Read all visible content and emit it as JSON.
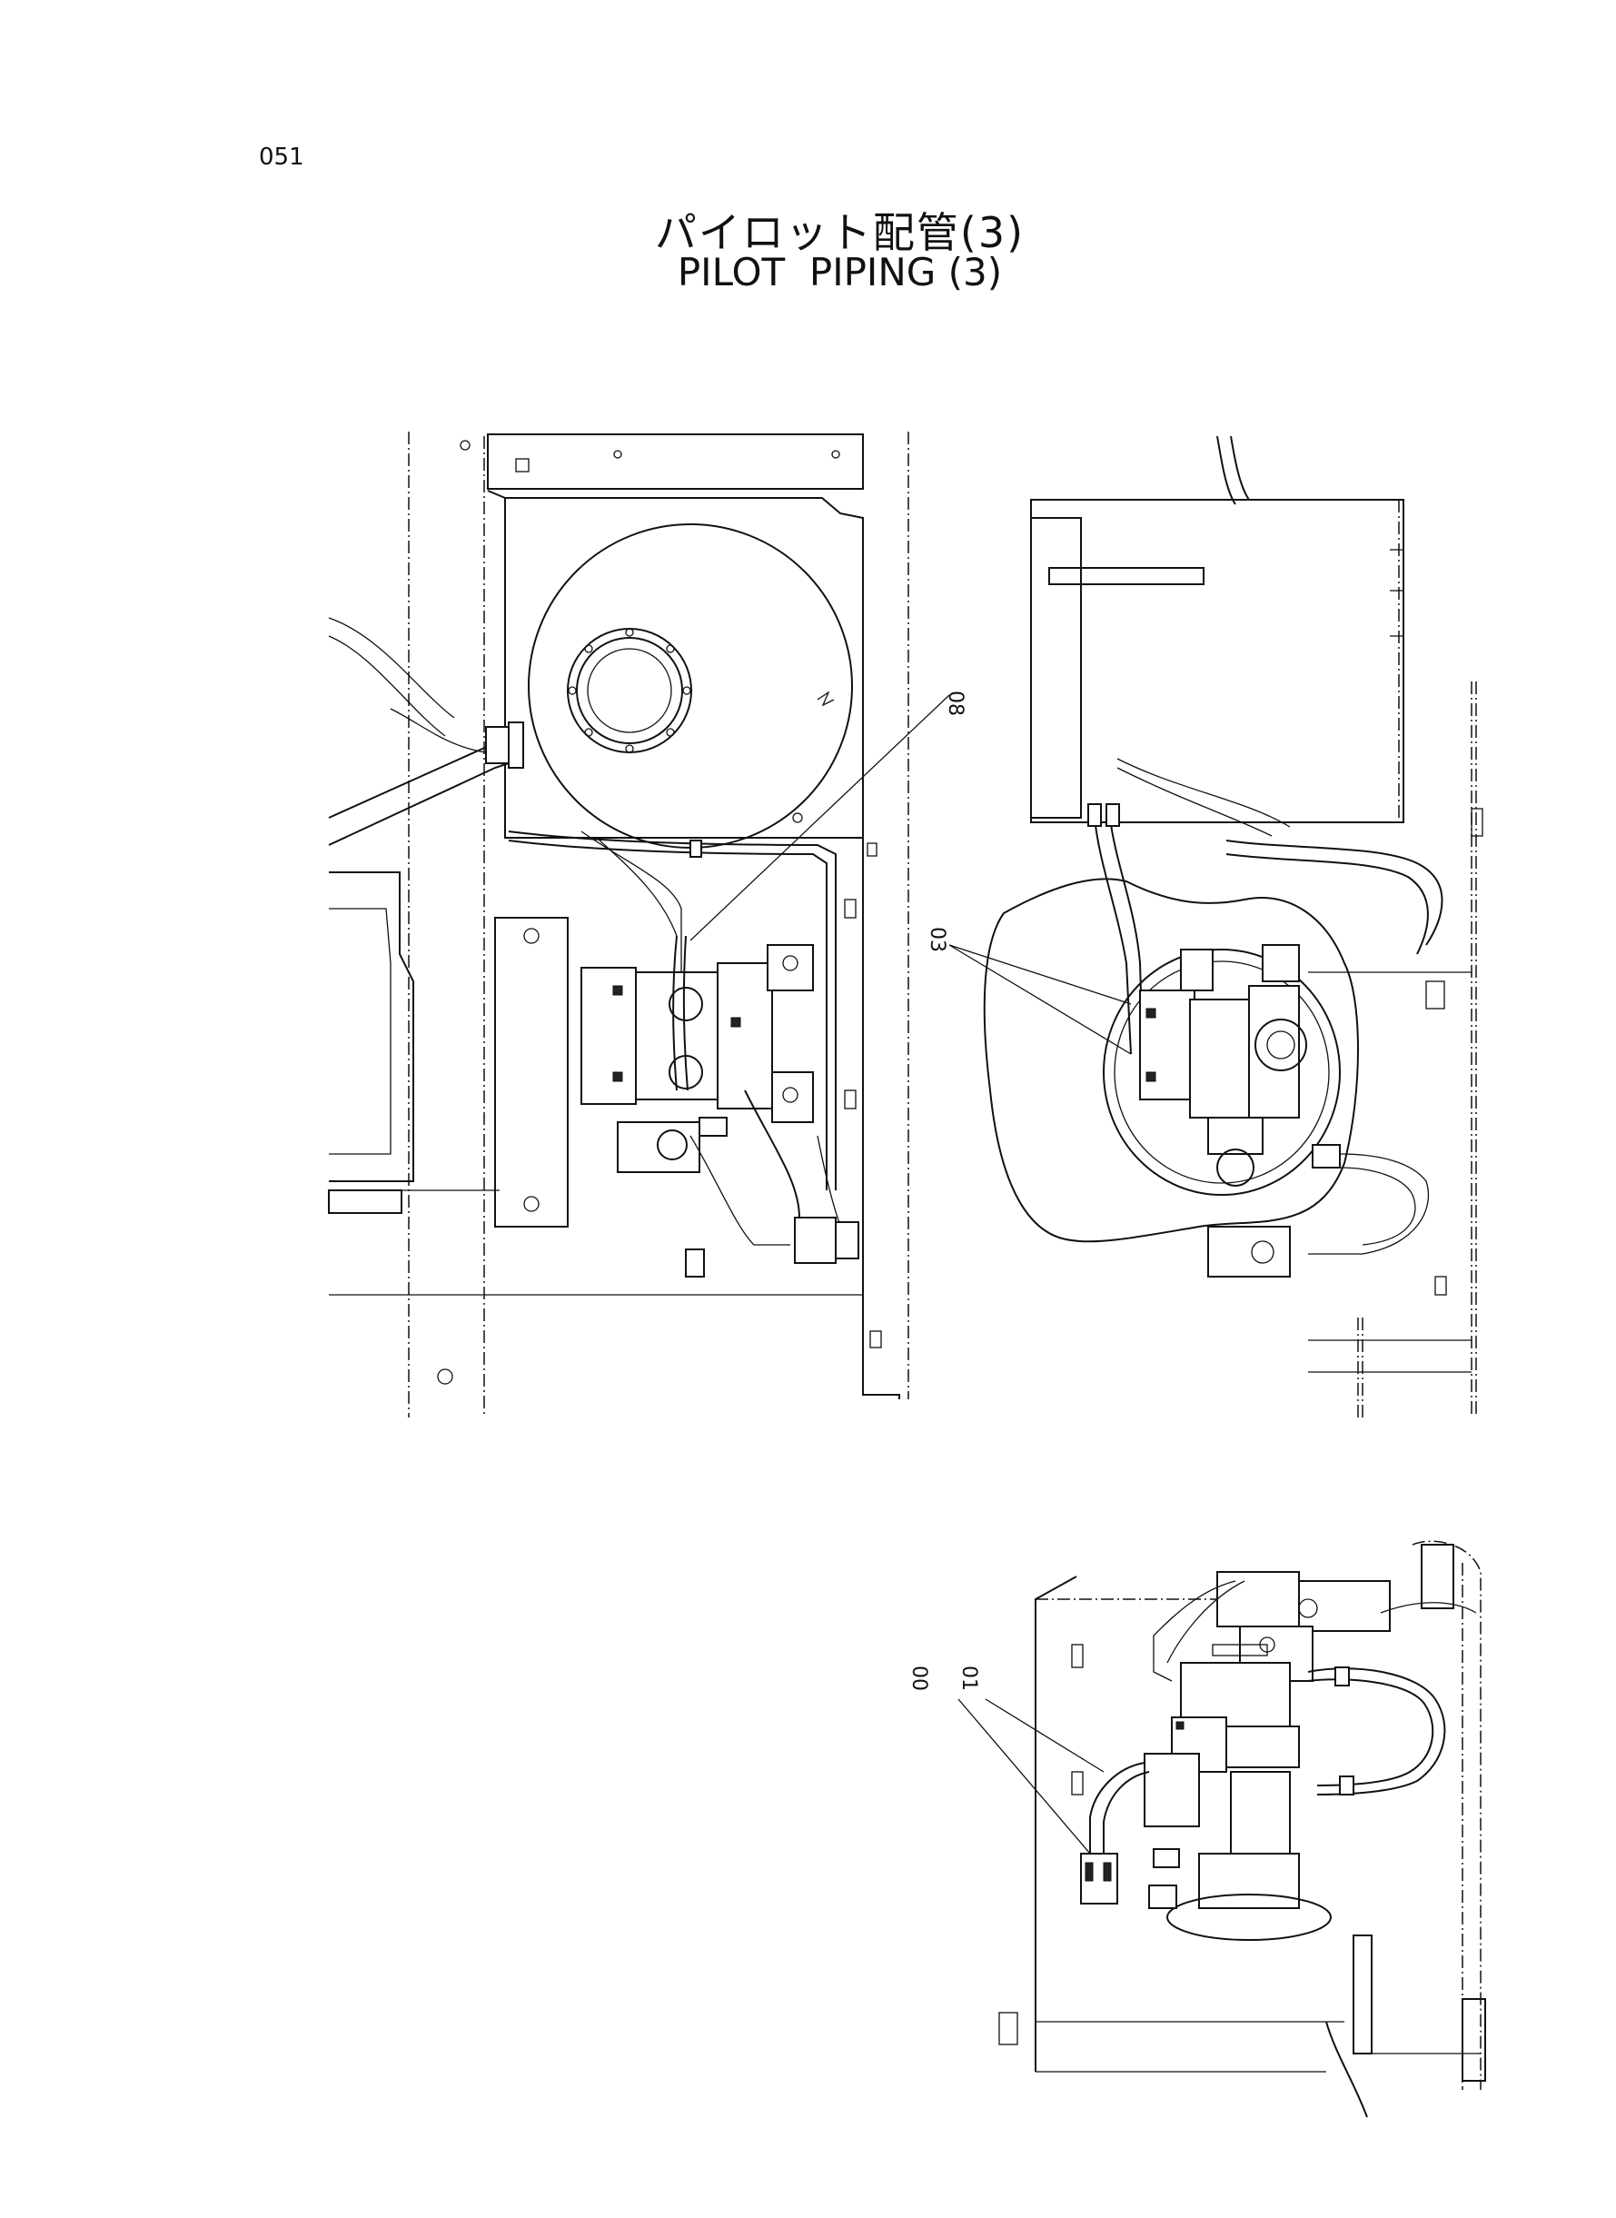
{
  "page": {
    "number": "051",
    "title_jp": "パイロット配管(3)",
    "title_en": "PILOT  PIPING (3)"
  },
  "callouts": {
    "c08": "08",
    "c03": "03",
    "c00": "00",
    "c01": "01"
  }
}
